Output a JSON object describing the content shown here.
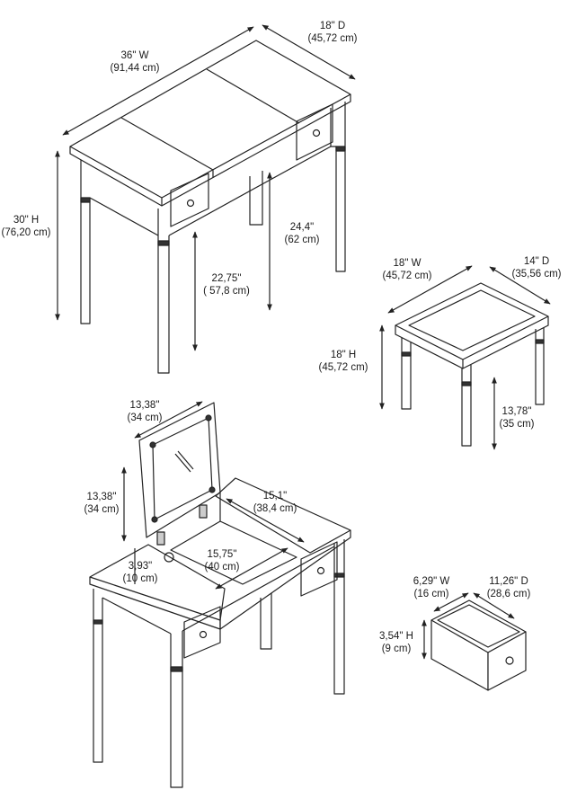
{
  "vanity_closed": {
    "width": {
      "in": "36\" W",
      "cm": "(91,44 cm)"
    },
    "depth": {
      "in": "18\" D",
      "cm": "(45,72 cm)"
    },
    "height": {
      "in": "30\" H",
      "cm": "(76,20 cm)"
    },
    "apron_clearance": {
      "in": "24,4\"",
      "cm": "(62 cm)"
    },
    "knee_clearance": {
      "in": "22,75\"",
      "cm": "( 57,8 cm)"
    }
  },
  "stool": {
    "width": {
      "in": "18\" W",
      "cm": "(45,72 cm)"
    },
    "depth": {
      "in": "14\" D",
      "cm": "(35,56 cm)"
    },
    "height": {
      "in": "18\" H",
      "cm": "(45,72 cm)"
    },
    "leg_height": {
      "in": "13,78\"",
      "cm": "(35 cm)"
    }
  },
  "vanity_open": {
    "mirror_width": {
      "in": "13,38\"",
      "cm": "(34 cm)"
    },
    "mirror_height": {
      "in": "13,38\"",
      "cm": "(34 cm)"
    },
    "compartment_depth": {
      "in": "15,1\"",
      "cm": "(38,4 cm)"
    },
    "compartment_height": {
      "in": "3,93\"",
      "cm": "(10 cm)"
    },
    "compartment_width": {
      "in": "15,75\"",
      "cm": "(40 cm)"
    }
  },
  "drawer": {
    "width": {
      "in": "6,29\" W",
      "cm": "(16 cm)"
    },
    "depth": {
      "in": "11,26\" D",
      "cm": "(28,6 cm)"
    },
    "height": {
      "in": "3,54\" H",
      "cm": "(9 cm)"
    }
  }
}
